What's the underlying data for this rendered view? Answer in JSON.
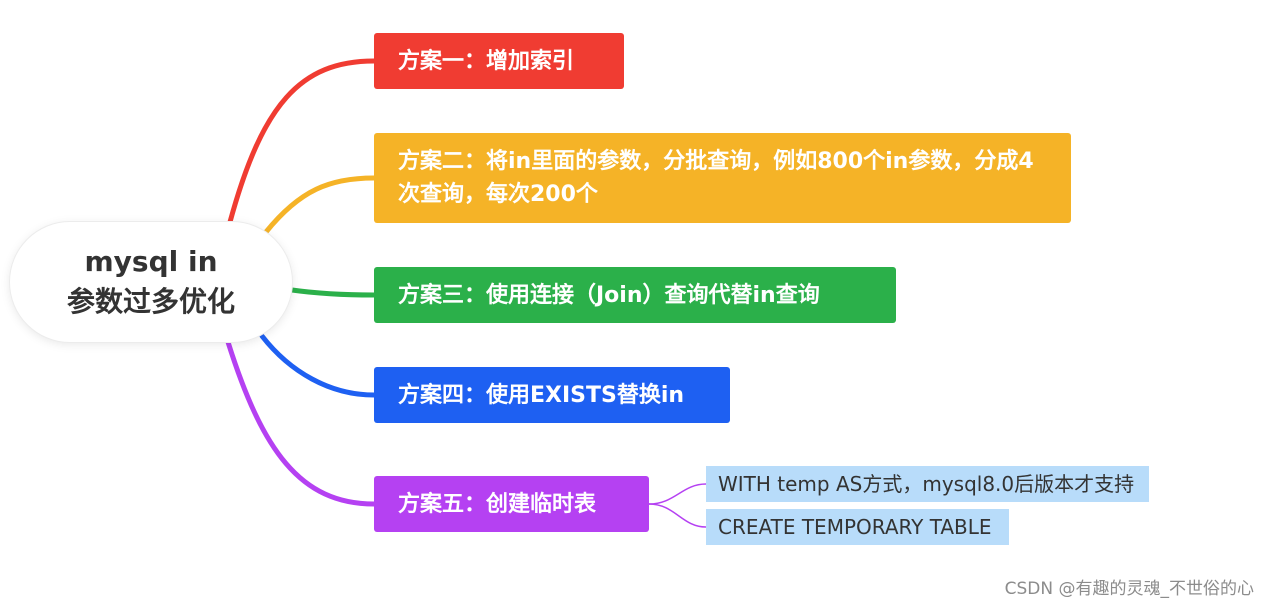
{
  "root": {
    "line1": "mysql in",
    "line2": "参数过多优化"
  },
  "branches": [
    {
      "label": "方案一：增加索引",
      "color": "#f03c32"
    },
    {
      "label": "方案二：将in里面的参数，分批查询，例如800个in参数，分成4次查询，每次200个",
      "color": "#f5b327"
    },
    {
      "label": "方案三：使用连接（Join）查询代替in查询",
      "color": "#2bb04a"
    },
    {
      "label": "方案四：使用EXISTS替换in",
      "color": "#1e60f2"
    },
    {
      "label": "方案五：创建临时表",
      "color": "#b541f2"
    }
  ],
  "leaves": [
    {
      "label": "WITH temp AS方式，mysql8.0后版本才支持"
    },
    {
      "label": "CREATE TEMPORARY TABLE"
    }
  ],
  "watermark": "CSDN @有趣的灵魂_不世俗的心"
}
